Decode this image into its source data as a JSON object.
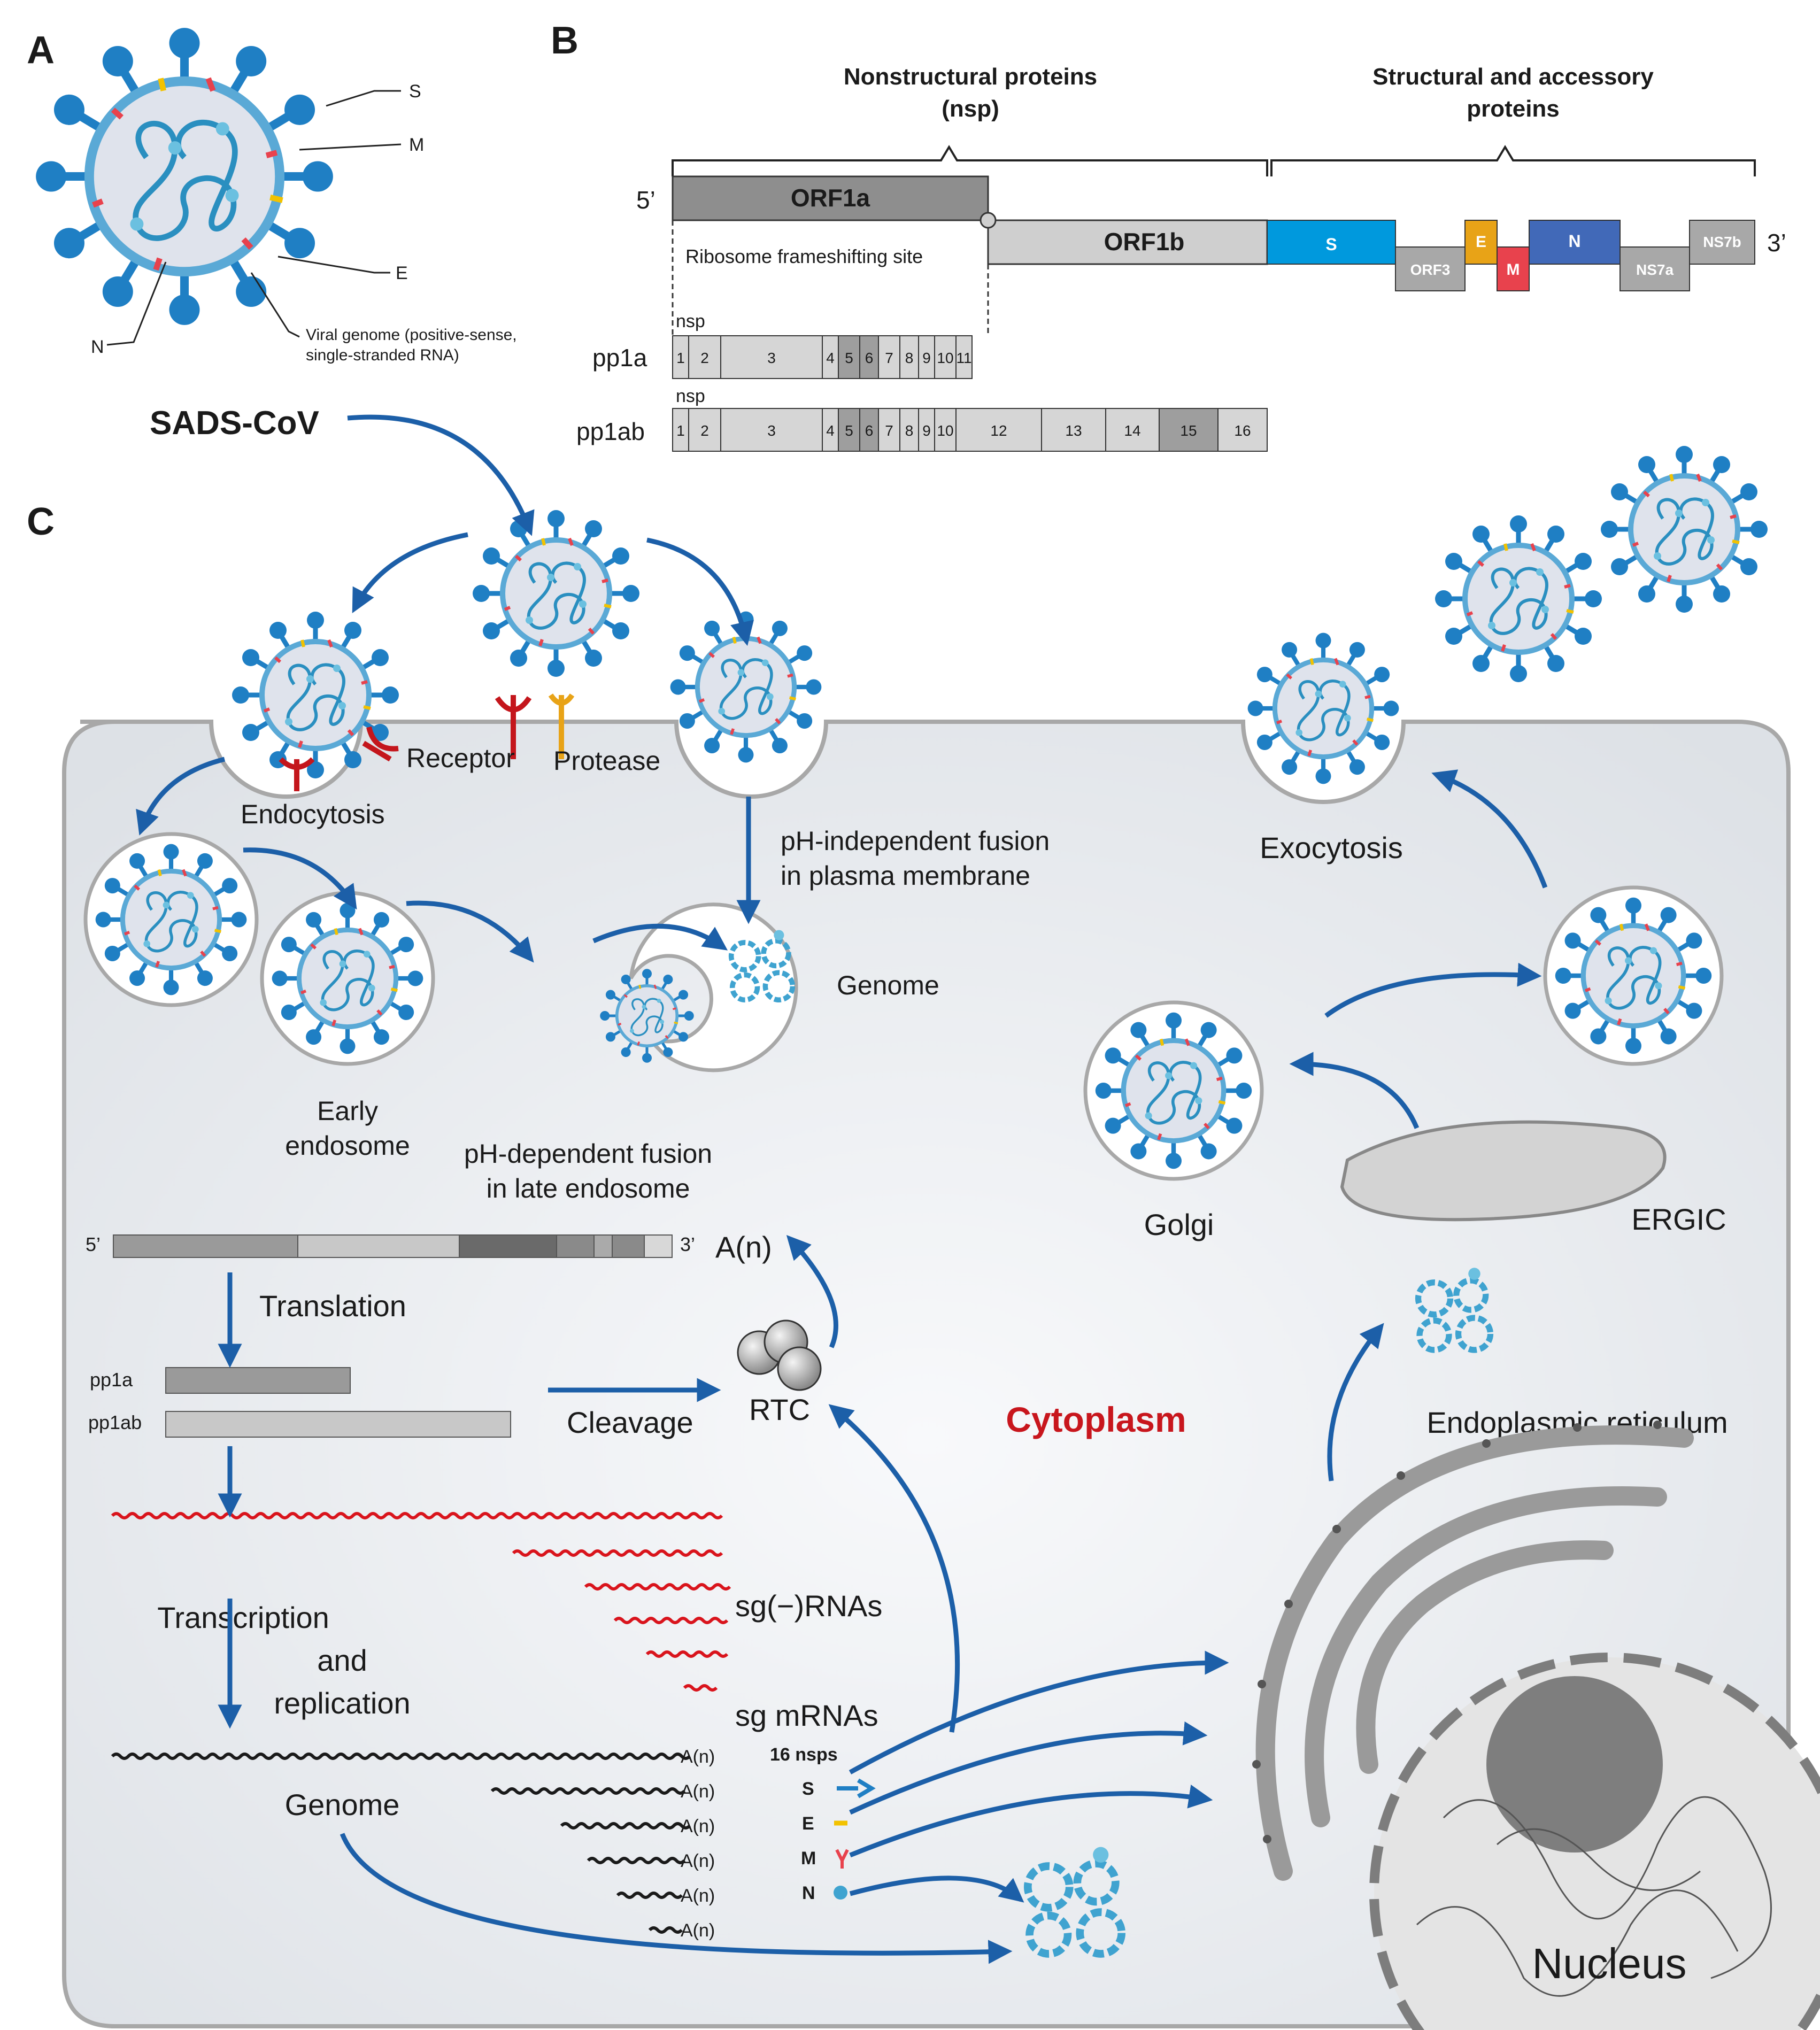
{
  "panels": {
    "a": "A",
    "b": "B",
    "c": "C"
  },
  "virion": {
    "labels": {
      "s": "S",
      "m": "M",
      "e": "E",
      "n": "N"
    },
    "genome_line1": "Viral genome (positive-sense,",
    "genome_line2": "single-stranded RNA)",
    "name": "SADS-CoV"
  },
  "genome_map": {
    "nsp_title_line1": "Nonstructural proteins",
    "nsp_title_line2": "(nsp)",
    "struct_title_line1": "Structural and accessory",
    "struct_title_line2": "proteins",
    "five_prime": "5’",
    "three_prime": "3’",
    "orf1a": "ORF1a",
    "orf1b": "ORF1b",
    "frameshift": "Ribosome frameshifting site",
    "genes": [
      {
        "label": "S",
        "color": "#0099dd"
      },
      {
        "label": "ORF3",
        "color": "#a8a8a8"
      },
      {
        "label": "E",
        "color": "#e8a317"
      },
      {
        "label": "M",
        "color": "#e8424d"
      },
      {
        "label": "N",
        "color": "#4169b8"
      },
      {
        "label": "NS7a",
        "color": "#a8a8a8"
      },
      {
        "label": "NS7b",
        "color": "#a8a8a8"
      }
    ],
    "nsp_label": "nsp",
    "pp1a_label": "pp1a",
    "pp1ab_label": "pp1ab",
    "pp1a_cells": [
      "1",
      "2",
      "3",
      "4",
      "5",
      "6",
      "7",
      "8",
      "9",
      "10",
      "11"
    ],
    "pp1ab_cells": [
      "1",
      "2",
      "3",
      "4",
      "5",
      "6",
      "7",
      "8",
      "9",
      "10",
      "12",
      "13",
      "14",
      "15",
      "16"
    ]
  },
  "cycle": {
    "receptor": "Receptor",
    "protease": "Protease",
    "endocytosis": "Endocytosis",
    "early_endosome_line1": "Early",
    "early_endosome_line2": "endosome",
    "ph_dep_line1": "pH-dependent fusion",
    "ph_dep_line2": "in late endosome",
    "ph_indep_line1": "pH-independent fusion",
    "ph_indep_line2": "in plasma membrane",
    "genome": "Genome",
    "exocytosis": "Exocytosis",
    "golgi": "Golgi",
    "ergic": "ERGIC",
    "er": "Endoplasmic reticulum",
    "cytoplasm": "Cytoplasm",
    "nucleus": "Nucleus",
    "translation": "Translation",
    "cleavage": "Cleavage",
    "rtc": "RTC",
    "an": "A(n)",
    "five_prime": "5’",
    "three_prime": "3’",
    "pp1a": "pp1a",
    "pp1ab": "pp1ab",
    "transcription_line1": "Transcription",
    "transcription_line2": "and",
    "transcription_line3": "replication",
    "sg_neg": "sg(−)RNAs",
    "sg_mrna": "sg mRNAs",
    "genome2": "Genome",
    "nsps": "16 nsps",
    "prot_s": "S",
    "prot_e": "E",
    "prot_m": "M",
    "prot_n": "N"
  },
  "colors": {
    "spike": "#1f7fc4",
    "membrane_m": "#e8424d",
    "envelope_e": "#f2c200",
    "arrow": "#1c5fa8",
    "cytoplasm_text": "#c8161d",
    "neg_rna": "#d9141c"
  }
}
